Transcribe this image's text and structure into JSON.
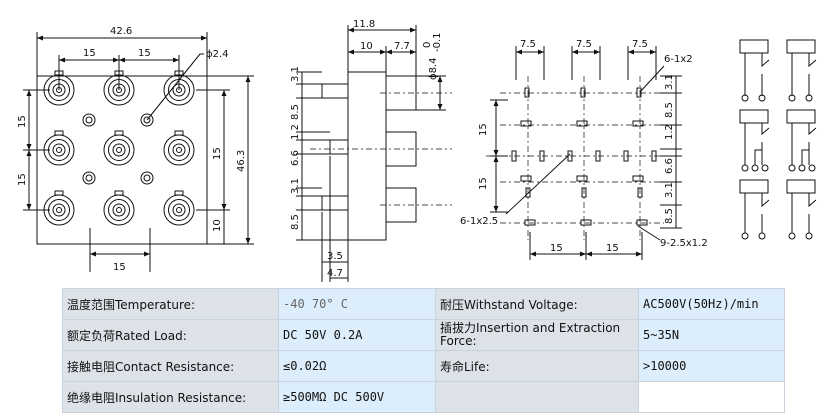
{
  "front_view": {
    "width": "42.6",
    "pitch": "15",
    "hole": "ϕ2.4",
    "height": "46.3"
  },
  "side_view": {
    "d11_8": "11.8",
    "d10": "10",
    "d7_7": "7.7",
    "d_pin": "ϕ8.4",
    "tol_hi": "0",
    "tol_lo": "-0.1",
    "d3_1": "3.1",
    "d8_5": "8.5",
    "d1_2": "1.2",
    "d6_6": "6.6",
    "d3_5": "3.5",
    "d4_7": "4.7"
  },
  "pcb_view": {
    "d7_5": "7.5",
    "d15": "15",
    "hole_a": "6-1x2",
    "hole_b": "6-1x2.5",
    "hole_c": "9-2.5x1.2",
    "d3_1": "3.1",
    "d8_5": "8.5",
    "d1_2": "1.2",
    "d6_6": "6.6"
  },
  "specs": [
    {
      "label": "温度范围Temperature:",
      "value": "-40   70° C",
      "label2": "耐压Withstand Voltage:",
      "value2": "AC500V(50Hz)/min"
    },
    {
      "label": "额定负荷Rated Load:",
      "value": "DC 50V 0.2A",
      "label2": "插拔力Insertion and Extraction Force:",
      "value2": "5~35N"
    },
    {
      "label": "接触电阻Contact Resistance:",
      "value": "≤0.02Ω",
      "label2": "寿命Life:",
      "value2": ">10000"
    },
    {
      "label": "绝缘电阻Insulation Resistance:",
      "value": "≥500MΩ DC 500V",
      "label2": "",
      "value2": ""
    }
  ]
}
